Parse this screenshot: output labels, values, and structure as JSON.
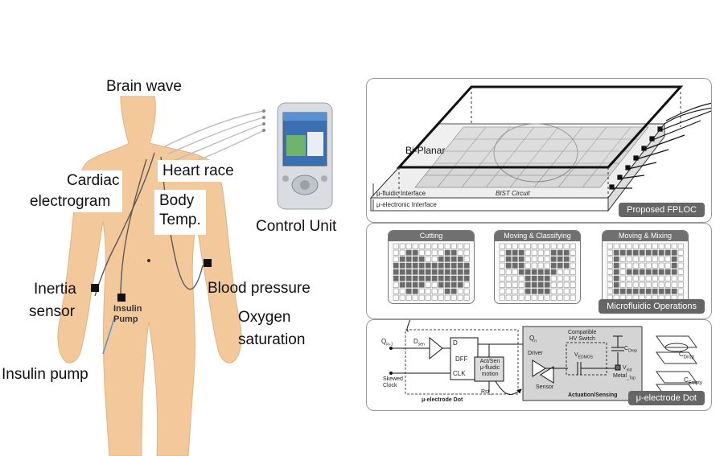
{
  "body_labels": {
    "brain_wave": "Brain wave",
    "heart_race": "Heart race",
    "cardiac_line1": "Cardiac",
    "cardiac_line2": "electrogram",
    "body_temp_line1": "Body",
    "body_temp_line2": "Temp.",
    "control_unit": "Control Unit",
    "inertia_line1": "Inertia",
    "inertia_line2": "sensor",
    "blood_pressure": "Blood pressure",
    "oxygen_line1": "Oxygen",
    "oxygen_line2": "saturation",
    "insulin_pump": "Insulin pump",
    "insulin_on_body_line1": "Insulin",
    "insulin_on_body_line2": "Pump"
  },
  "fploc": {
    "bi_planar": "Bi-Planar",
    "fluidic_interface": "μ-fluidic Interface",
    "electronic_interface": "μ-electronic Interface",
    "bist_circuit": "BIST Circuit",
    "tag": "Proposed FPLOC"
  },
  "micro": {
    "cutting": "Cutting",
    "moving_classifying": "Moving & Classifying",
    "moving_mixing": "Moving & Mixing",
    "tag": "Microfluidic Operations"
  },
  "electrode": {
    "q_in": "Q",
    "q_in_sub": "in-1",
    "d_sen": "D",
    "d_sen_sub": "sen",
    "d": "D",
    "dff": "DFF",
    "clk": "CLK",
    "q": "Q",
    "q_sub": "n",
    "skewed_line1": "Skewed",
    "skewed_line2": "Clock",
    "rst": "Rst_",
    "act_line1": "Act/Sen",
    "act_line2": "μ-fluidic",
    "act_line3": "motion",
    "dot_label": "μ-electrode Dot",
    "driver": "Driver",
    "sensor": "Sensor",
    "hv_line1": "Compatible",
    "hv_line2": "HV Switch",
    "vedmos": "V",
    "vedmos_sub": "EDMOS",
    "cdrop_small": "C",
    "cdrop_small_sub": "Drop",
    "vind": "V",
    "vind_sub": "ind",
    "metal_top": "Metal",
    "metal_top_sub": "_Top",
    "act_sensing": "Actuation/Sensing",
    "c_drop": "C",
    "c_drop_sub": "Drop",
    "c_empty": "C",
    "c_empty_sub": "Empty",
    "tag": "μ-electrode Dot"
  }
}
